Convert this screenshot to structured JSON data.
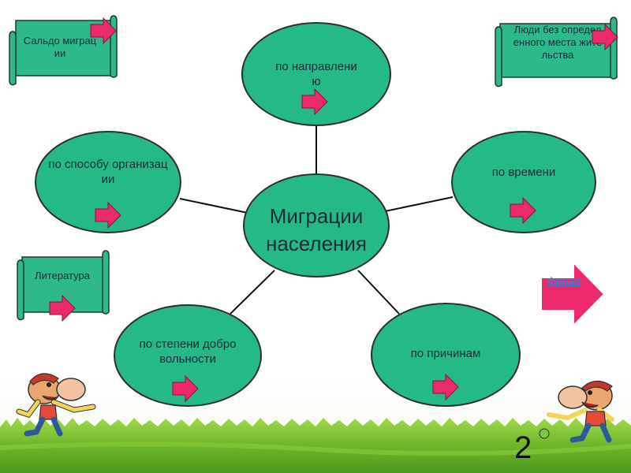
{
  "center": {
    "label": "Миграции населения"
  },
  "nodes": [
    {
      "id": "direction",
      "label": "по направлению"
    },
    {
      "id": "time",
      "label": "по времени"
    },
    {
      "id": "organization",
      "label": "по способу организации"
    },
    {
      "id": "voluntariness",
      "label": "по степени добровольности"
    },
    {
      "id": "reasons",
      "label": "по причинам"
    }
  ],
  "scrolls": {
    "saldo": "Сальдо миграции",
    "homeless": "Люди без определенного места жительства",
    "literature": "Литература"
  },
  "final_link": {
    "label": "финал"
  },
  "page_number": "2",
  "colors": {
    "node_fill": "#25b986",
    "scroll_fill": "#2eb98a",
    "arrow_fill": "#ec2a6b",
    "final_fill": "#ec2a6b"
  }
}
